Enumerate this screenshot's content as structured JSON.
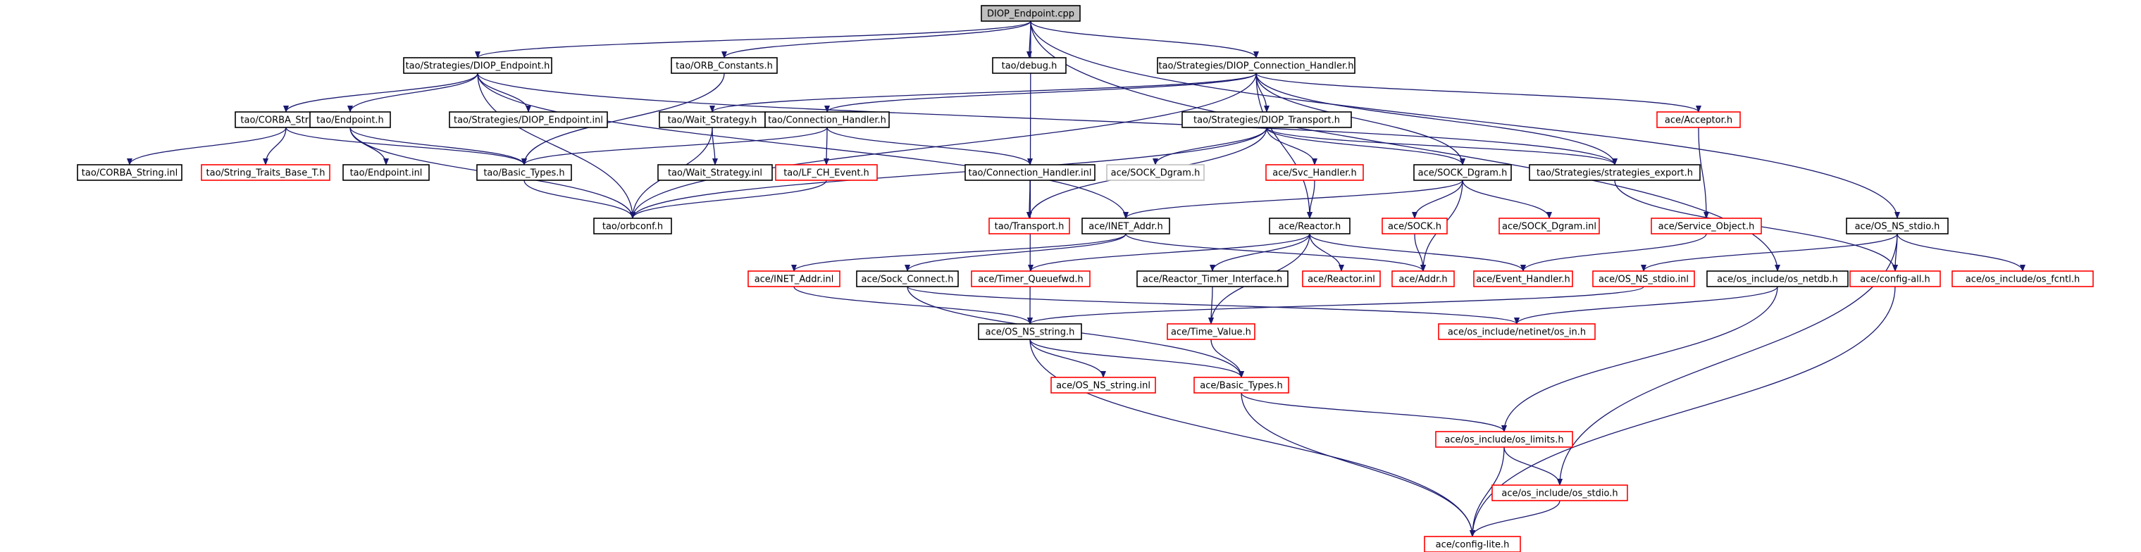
{
  "diagram": {
    "title": "",
    "colors": {
      "edge": "#191970",
      "root_fill": "#bfbfbf",
      "normal_border": "#000000",
      "external_border": "#ff0000",
      "missing_border": "#bfbfbf",
      "text": "#000000"
    },
    "nodes": [
      {
        "id": "root",
        "label": "DIOP_Endpoint.cpp",
        "kind": "root"
      },
      {
        "id": "strat_diop_endpoint_h",
        "label": "tao/Strategies/DIOP_Endpoint.h",
        "kind": "normal"
      },
      {
        "id": "orb_constants_h",
        "label": "tao/ORB_Constants.h",
        "kind": "normal"
      },
      {
        "id": "debug_h",
        "label": "tao/debug.h",
        "kind": "normal"
      },
      {
        "id": "diop_conn_handler_h",
        "label": "tao/Strategies/DIOP_Connection_Handler.h",
        "kind": "normal"
      },
      {
        "id": "corba_string_h",
        "label": "tao/CORBA_String.h",
        "kind": "normal"
      },
      {
        "id": "endpoint_h",
        "label": "tao/Endpoint.h",
        "kind": "normal"
      },
      {
        "id": "diop_endpoint_inl",
        "label": "tao/Strategies/DIOP_Endpoint.inl",
        "kind": "normal"
      },
      {
        "id": "wait_strategy_h",
        "label": "tao/Wait_Strategy.h",
        "kind": "normal"
      },
      {
        "id": "conn_handler_h",
        "label": "tao/Connection_Handler.h",
        "kind": "normal"
      },
      {
        "id": "diop_transport_h",
        "label": "tao/Strategies/DIOP_Transport.h",
        "kind": "normal"
      },
      {
        "id": "acceptor_h",
        "label": "ace/Acceptor.h",
        "kind": "external"
      },
      {
        "id": "corba_string_inl",
        "label": "tao/CORBA_String.inl",
        "kind": "normal"
      },
      {
        "id": "string_traits_h",
        "label": "tao/String_Traits_Base_T.h",
        "kind": "external"
      },
      {
        "id": "basic_types_tao",
        "label": "tao/Basic_Types.h",
        "kind": "normal"
      },
      {
        "id": "endpoint_inl",
        "label": "tao/Endpoint.inl",
        "kind": "normal"
      },
      {
        "id": "wait_strategy_inl",
        "label": "tao/Wait_Strategy.inl",
        "kind": "normal"
      },
      {
        "id": "lf_ch_event_h",
        "label": "tao/LF_CH_Event.h",
        "kind": "external"
      },
      {
        "id": "conn_handler_inl",
        "label": "tao/Connection_Handler.inl",
        "kind": "normal"
      },
      {
        "id": "sock_dgram_missing",
        "label": "ace/SOCK_Dgram.h",
        "kind": "missing"
      },
      {
        "id": "svc_handler_h",
        "label": "ace/Svc_Handler.h",
        "kind": "external"
      },
      {
        "id": "sock_dgram_h",
        "label": "ace/SOCK_Dgram.h",
        "kind": "normal"
      },
      {
        "id": "strategies_export_h",
        "label": "tao/Strategies/strategies_export.h",
        "kind": "normal"
      },
      {
        "id": "orbconf_h",
        "label": "tao/orbconf.h",
        "kind": "normal"
      },
      {
        "id": "transport_h",
        "label": "tao/Transport.h",
        "kind": "external"
      },
      {
        "id": "inet_addr_h",
        "label": "ace/INET_Addr.h",
        "kind": "normal"
      },
      {
        "id": "reactor_h",
        "label": "ace/Reactor.h",
        "kind": "normal"
      },
      {
        "id": "sock_h",
        "label": "ace/SOCK.h",
        "kind": "external"
      },
      {
        "id": "sock_dgram_inl",
        "label": "ace/SOCK_Dgram.inl",
        "kind": "external"
      },
      {
        "id": "service_object_h",
        "label": "ace/Service_Object.h",
        "kind": "external"
      },
      {
        "id": "os_ns_stdio_h",
        "label": "ace/OS_NS_stdio.h",
        "kind": "normal"
      },
      {
        "id": "inet_addr_inl",
        "label": "ace/INET_Addr.inl",
        "kind": "external"
      },
      {
        "id": "sock_connect_h",
        "label": "ace/Sock_Connect.h",
        "kind": "normal"
      },
      {
        "id": "timer_queuefwd_h",
        "label": "ace/Timer_Queuefwd.h",
        "kind": "external"
      },
      {
        "id": "reactor_timer_if_h",
        "label": "ace/Reactor_Timer_Interface.h",
        "kind": "normal"
      },
      {
        "id": "reactor_inl",
        "label": "ace/Reactor.inl",
        "kind": "external"
      },
      {
        "id": "addr_h",
        "label": "ace/Addr.h",
        "kind": "external"
      },
      {
        "id": "event_handler_h",
        "label": "ace/Event_Handler.h",
        "kind": "external"
      },
      {
        "id": "os_ns_stdio_inl",
        "label": "ace/OS_NS_stdio.inl",
        "kind": "external"
      },
      {
        "id": "os_netdb_h",
        "label": "ace/os_include/os_netdb.h",
        "kind": "normal"
      },
      {
        "id": "config_all_h",
        "label": "ace/config-all.h",
        "kind": "external"
      },
      {
        "id": "os_fcntl_h",
        "label": "ace/os_include/os_fcntl.h",
        "kind": "external"
      },
      {
        "id": "os_ns_string_h",
        "label": "ace/OS_NS_string.h",
        "kind": "normal"
      },
      {
        "id": "time_value_h",
        "label": "ace/Time_Value.h",
        "kind": "external"
      },
      {
        "id": "netinet_in_h",
        "label": "ace/os_include/netinet/os_in.h",
        "kind": "external"
      },
      {
        "id": "os_ns_string_inl",
        "label": "ace/OS_NS_string.inl",
        "kind": "external"
      },
      {
        "id": "basic_types_ace",
        "label": "ace/Basic_Types.h",
        "kind": "external"
      },
      {
        "id": "os_limits_h",
        "label": "ace/os_include/os_limits.h",
        "kind": "external"
      },
      {
        "id": "os_stdio_h",
        "label": "ace/os_include/os_stdio.h",
        "kind": "external"
      },
      {
        "id": "config_lite_h",
        "label": "ace/config-lite.h",
        "kind": "external"
      }
    ],
    "edges": [
      [
        "root",
        "strat_diop_endpoint_h"
      ],
      [
        "root",
        "orb_constants_h"
      ],
      [
        "root",
        "debug_h"
      ],
      [
        "root",
        "diop_conn_handler_h"
      ],
      [
        "root",
        "os_netdb_h"
      ],
      [
        "root",
        "os_ns_stdio_h"
      ],
      [
        "root",
        "os_ns_string_h"
      ],
      [
        "strat_diop_endpoint_h",
        "corba_string_h"
      ],
      [
        "strat_diop_endpoint_h",
        "endpoint_h"
      ],
      [
        "strat_diop_endpoint_h",
        "diop_endpoint_inl"
      ],
      [
        "strat_diop_endpoint_h",
        "inet_addr_h"
      ],
      [
        "strat_diop_endpoint_h",
        "strategies_export_h"
      ],
      [
        "strat_diop_endpoint_h",
        "orbconf_h"
      ],
      [
        "orb_constants_h",
        "basic_types_tao"
      ],
      [
        "diop_conn_handler_h",
        "wait_strategy_h"
      ],
      [
        "diop_conn_handler_h",
        "conn_handler_h"
      ],
      [
        "diop_conn_handler_h",
        "diop_transport_h"
      ],
      [
        "diop_conn_handler_h",
        "acceptor_h"
      ],
      [
        "diop_conn_handler_h",
        "strategies_export_h"
      ],
      [
        "diop_conn_handler_h",
        "sock_dgram_h"
      ],
      [
        "diop_conn_handler_h",
        "reactor_h"
      ],
      [
        "diop_conn_handler_h",
        "orbconf_h"
      ],
      [
        "corba_string_h",
        "corba_string_inl"
      ],
      [
        "corba_string_h",
        "string_traits_h"
      ],
      [
        "corba_string_h",
        "basic_types_tao"
      ],
      [
        "endpoint_h",
        "basic_types_tao"
      ],
      [
        "endpoint_h",
        "endpoint_inl"
      ],
      [
        "endpoint_h",
        "orbconf_h"
      ],
      [
        "wait_strategy_h",
        "wait_strategy_inl"
      ],
      [
        "wait_strategy_h",
        "orbconf_h"
      ],
      [
        "conn_handler_h",
        "basic_types_tao"
      ],
      [
        "conn_handler_h",
        "lf_ch_event_h"
      ],
      [
        "conn_handler_h",
        "conn_handler_inl"
      ],
      [
        "diop_transport_h",
        "sock_dgram_missing"
      ],
      [
        "diop_transport_h",
        "svc_handler_h"
      ],
      [
        "diop_transport_h",
        "sock_dgram_h"
      ],
      [
        "diop_transport_h",
        "strategies_export_h"
      ],
      [
        "diop_transport_h",
        "transport_h"
      ],
      [
        "diop_transport_h",
        "orbconf_h"
      ],
      [
        "acceptor_h",
        "service_object_h"
      ],
      [
        "basic_types_tao",
        "orbconf_h"
      ],
      [
        "lf_ch_event_h",
        "orbconf_h"
      ],
      [
        "conn_handler_inl",
        "transport_h"
      ],
      [
        "svc_handler_h",
        "reactor_h"
      ],
      [
        "sock_dgram_h",
        "inet_addr_h"
      ],
      [
        "sock_dgram_h",
        "sock_h"
      ],
      [
        "sock_dgram_h",
        "sock_dgram_inl"
      ],
      [
        "sock_dgram_h",
        "addr_h"
      ],
      [
        "strategies_export_h",
        "config_all_h"
      ],
      [
        "inet_addr_h",
        "inet_addr_inl"
      ],
      [
        "inet_addr_h",
        "sock_connect_h"
      ],
      [
        "inet_addr_h",
        "addr_h"
      ],
      [
        "reactor_h",
        "timer_queuefwd_h"
      ],
      [
        "reactor_h",
        "reactor_timer_if_h"
      ],
      [
        "reactor_h",
        "reactor_inl"
      ],
      [
        "reactor_h",
        "event_handler_h"
      ],
      [
        "reactor_h",
        "time_value_h"
      ],
      [
        "sock_h",
        "addr_h"
      ],
      [
        "service_object_h",
        "event_handler_h"
      ],
      [
        "os_ns_stdio_h",
        "os_ns_stdio_inl"
      ],
      [
        "os_ns_stdio_h",
        "config_all_h"
      ],
      [
        "os_ns_stdio_h",
        "os_fcntl_h"
      ],
      [
        "os_ns_stdio_h",
        "os_stdio_h"
      ],
      [
        "inet_addr_inl",
        "os_ns_string_h"
      ],
      [
        "sock_connect_h",
        "basic_types_ace"
      ],
      [
        "sock_connect_h",
        "netinet_in_h"
      ],
      [
        "reactor_timer_if_h",
        "time_value_h"
      ],
      [
        "os_ns_stdio_inl",
        "os_ns_string_h"
      ],
      [
        "os_netdb_h",
        "netinet_in_h"
      ],
      [
        "os_netdb_h",
        "os_limits_h"
      ],
      [
        "config_all_h",
        "config_lite_h"
      ],
      [
        "os_ns_string_h",
        "os_ns_string_inl"
      ],
      [
        "os_ns_string_h",
        "basic_types_ace"
      ],
      [
        "os_ns_string_h",
        "config_lite_h"
      ],
      [
        "time_value_h",
        "basic_types_ace"
      ],
      [
        "basic_types_ace",
        "os_limits_h"
      ],
      [
        "basic_types_ace",
        "config_lite_h"
      ],
      [
        "os_limits_h",
        "os_stdio_h"
      ],
      [
        "os_limits_h",
        "config_lite_h"
      ],
      [
        "os_stdio_h",
        "config_lite_h"
      ]
    ]
  }
}
